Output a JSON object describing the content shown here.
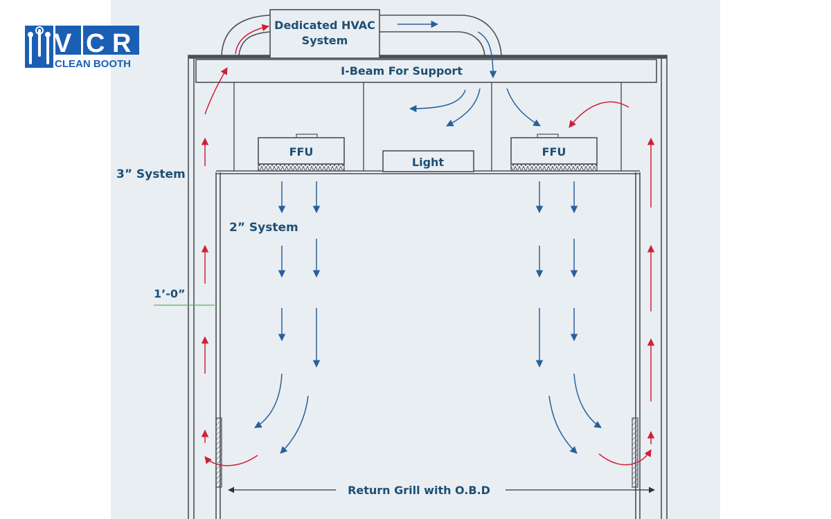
{
  "logo": {
    "letters": [
      "V",
      "C",
      "R"
    ],
    "subtitle": "CLEAN BOOTH"
  },
  "labels": {
    "hvac_line1": "Dedicated HVAC",
    "hvac_line2": "System",
    "ibeam": "I-Beam For Support",
    "ffu_left": "FFU",
    "light": "Light",
    "ffu_right": "FFU",
    "system_3in": "3” System",
    "system_2in": "2” System",
    "dimension": "1’-0”",
    "return_grill": "Return Grill  with O.B.D"
  },
  "colors": {
    "background": "#e9eef3",
    "outline": "#4a4f55",
    "blue_arrow": "#27609b",
    "red_arrow": "#d21f36",
    "text": "#1d4f73",
    "logo_blue": "#1a5fb4",
    "dimension_line": "#58b84a"
  }
}
